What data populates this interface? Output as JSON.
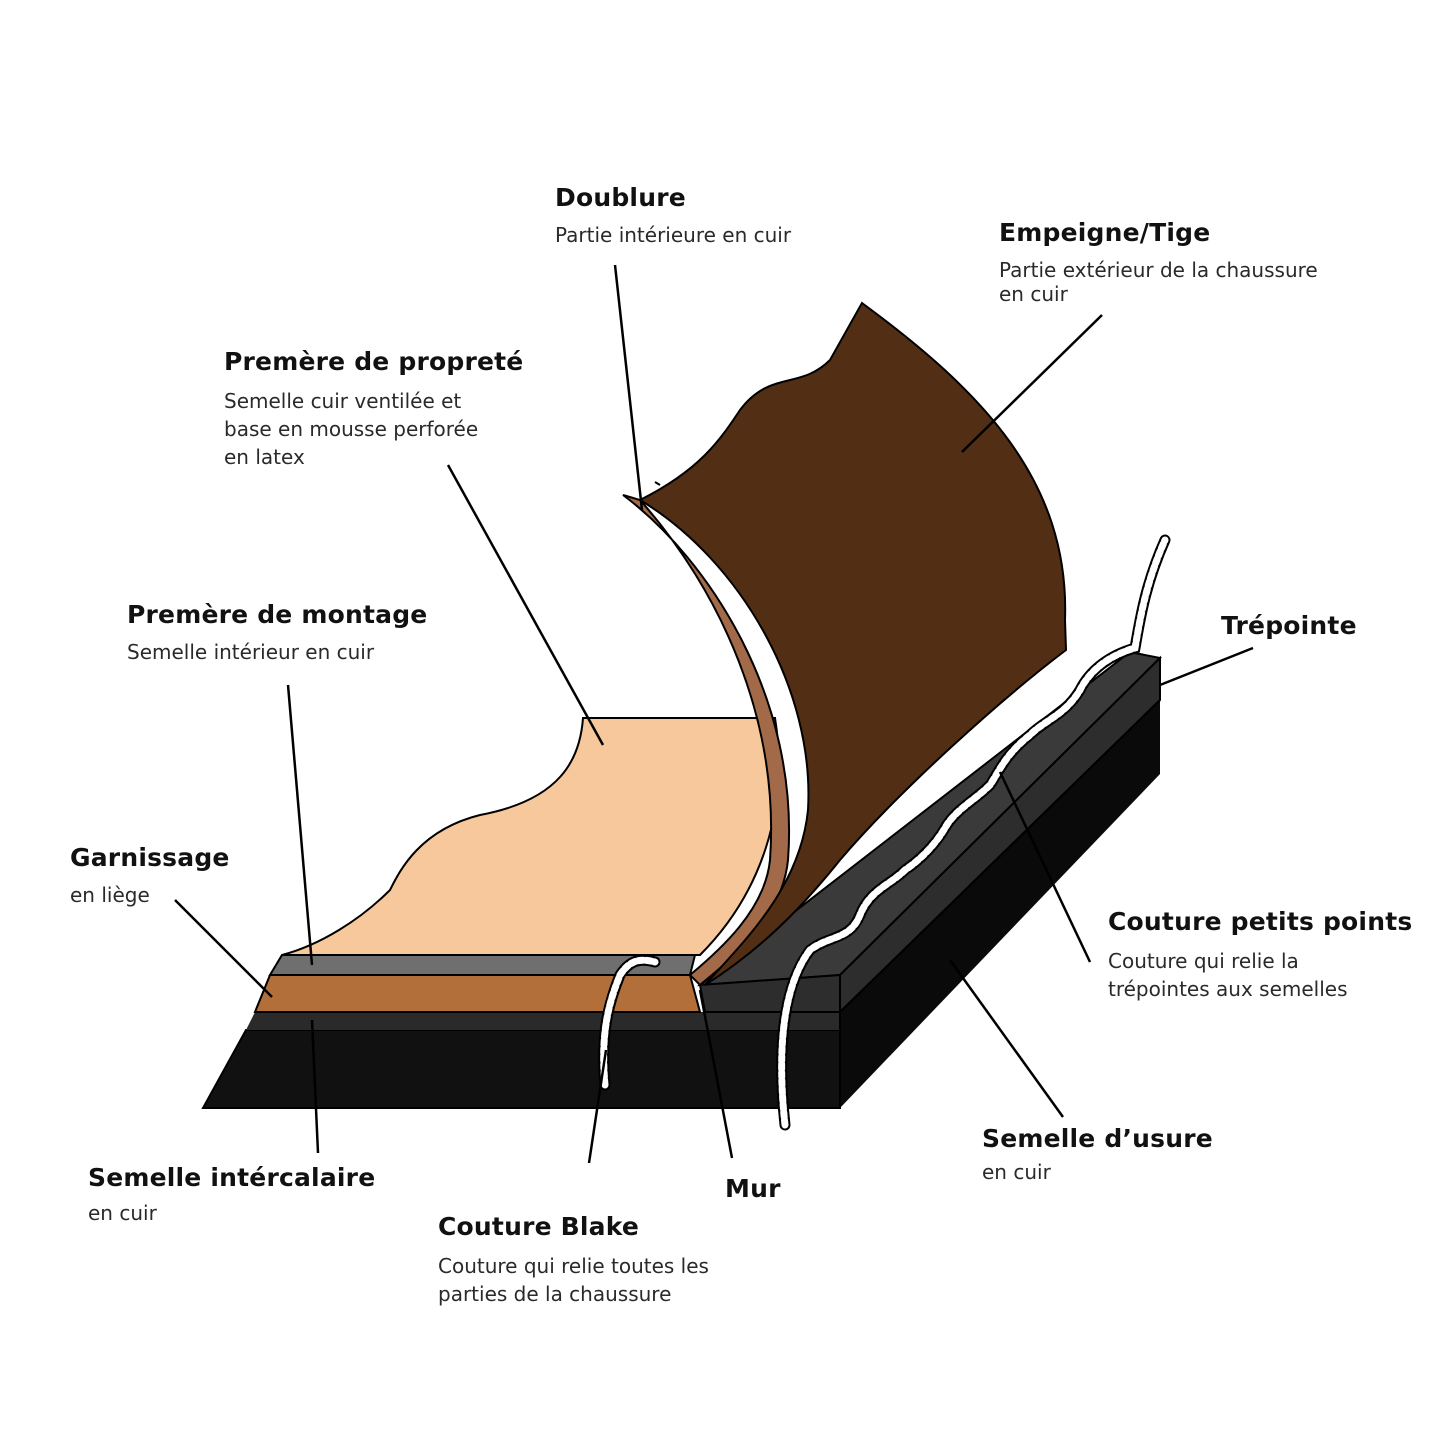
{
  "labels": {
    "doublure": {
      "title": "Doublure",
      "desc": "Partie intérieure en cuir"
    },
    "empeigne": {
      "title": "Empeigne/Tige",
      "desc": "Partie extérieur de la chaussure\nen cuir"
    },
    "premiere_proprete": {
      "title": "Premère de propreté",
      "desc": "Semelle cuir ventilée et\nbase en mousse perforée\nen latex"
    },
    "premiere_montage": {
      "title": "Premère de montage",
      "desc": "Semelle intérieur en cuir"
    },
    "trepointe": {
      "title": "Trépointe"
    },
    "garnissage": {
      "title": "Garnissage",
      "desc": "en liège"
    },
    "couture_petits_points": {
      "title": "Couture petits points",
      "desc": "Couture qui relie la\ntrépointes aux semelles"
    },
    "semelle_usure": {
      "title": "Semelle d’usure",
      "desc": "en cuir"
    },
    "semelle_intercalaire": {
      "title": "Semelle intércalaire",
      "desc": "en cuir"
    },
    "mur": {
      "title": "Mur"
    },
    "couture_blake": {
      "title": "Couture Blake",
      "desc": "Couture qui relie toutes les\nparties de la chaussure"
    }
  },
  "colors": {
    "upper_brown": "#522f14",
    "lining_brown": "#a26a48",
    "insole_peach": "#f7c89c",
    "cork_brown": "#b26f39",
    "sole_black": "#111111",
    "welt_dark": "#3a3a3a",
    "gray_layer": "#6f6f6f",
    "stitch_white": "#ffffff"
  }
}
